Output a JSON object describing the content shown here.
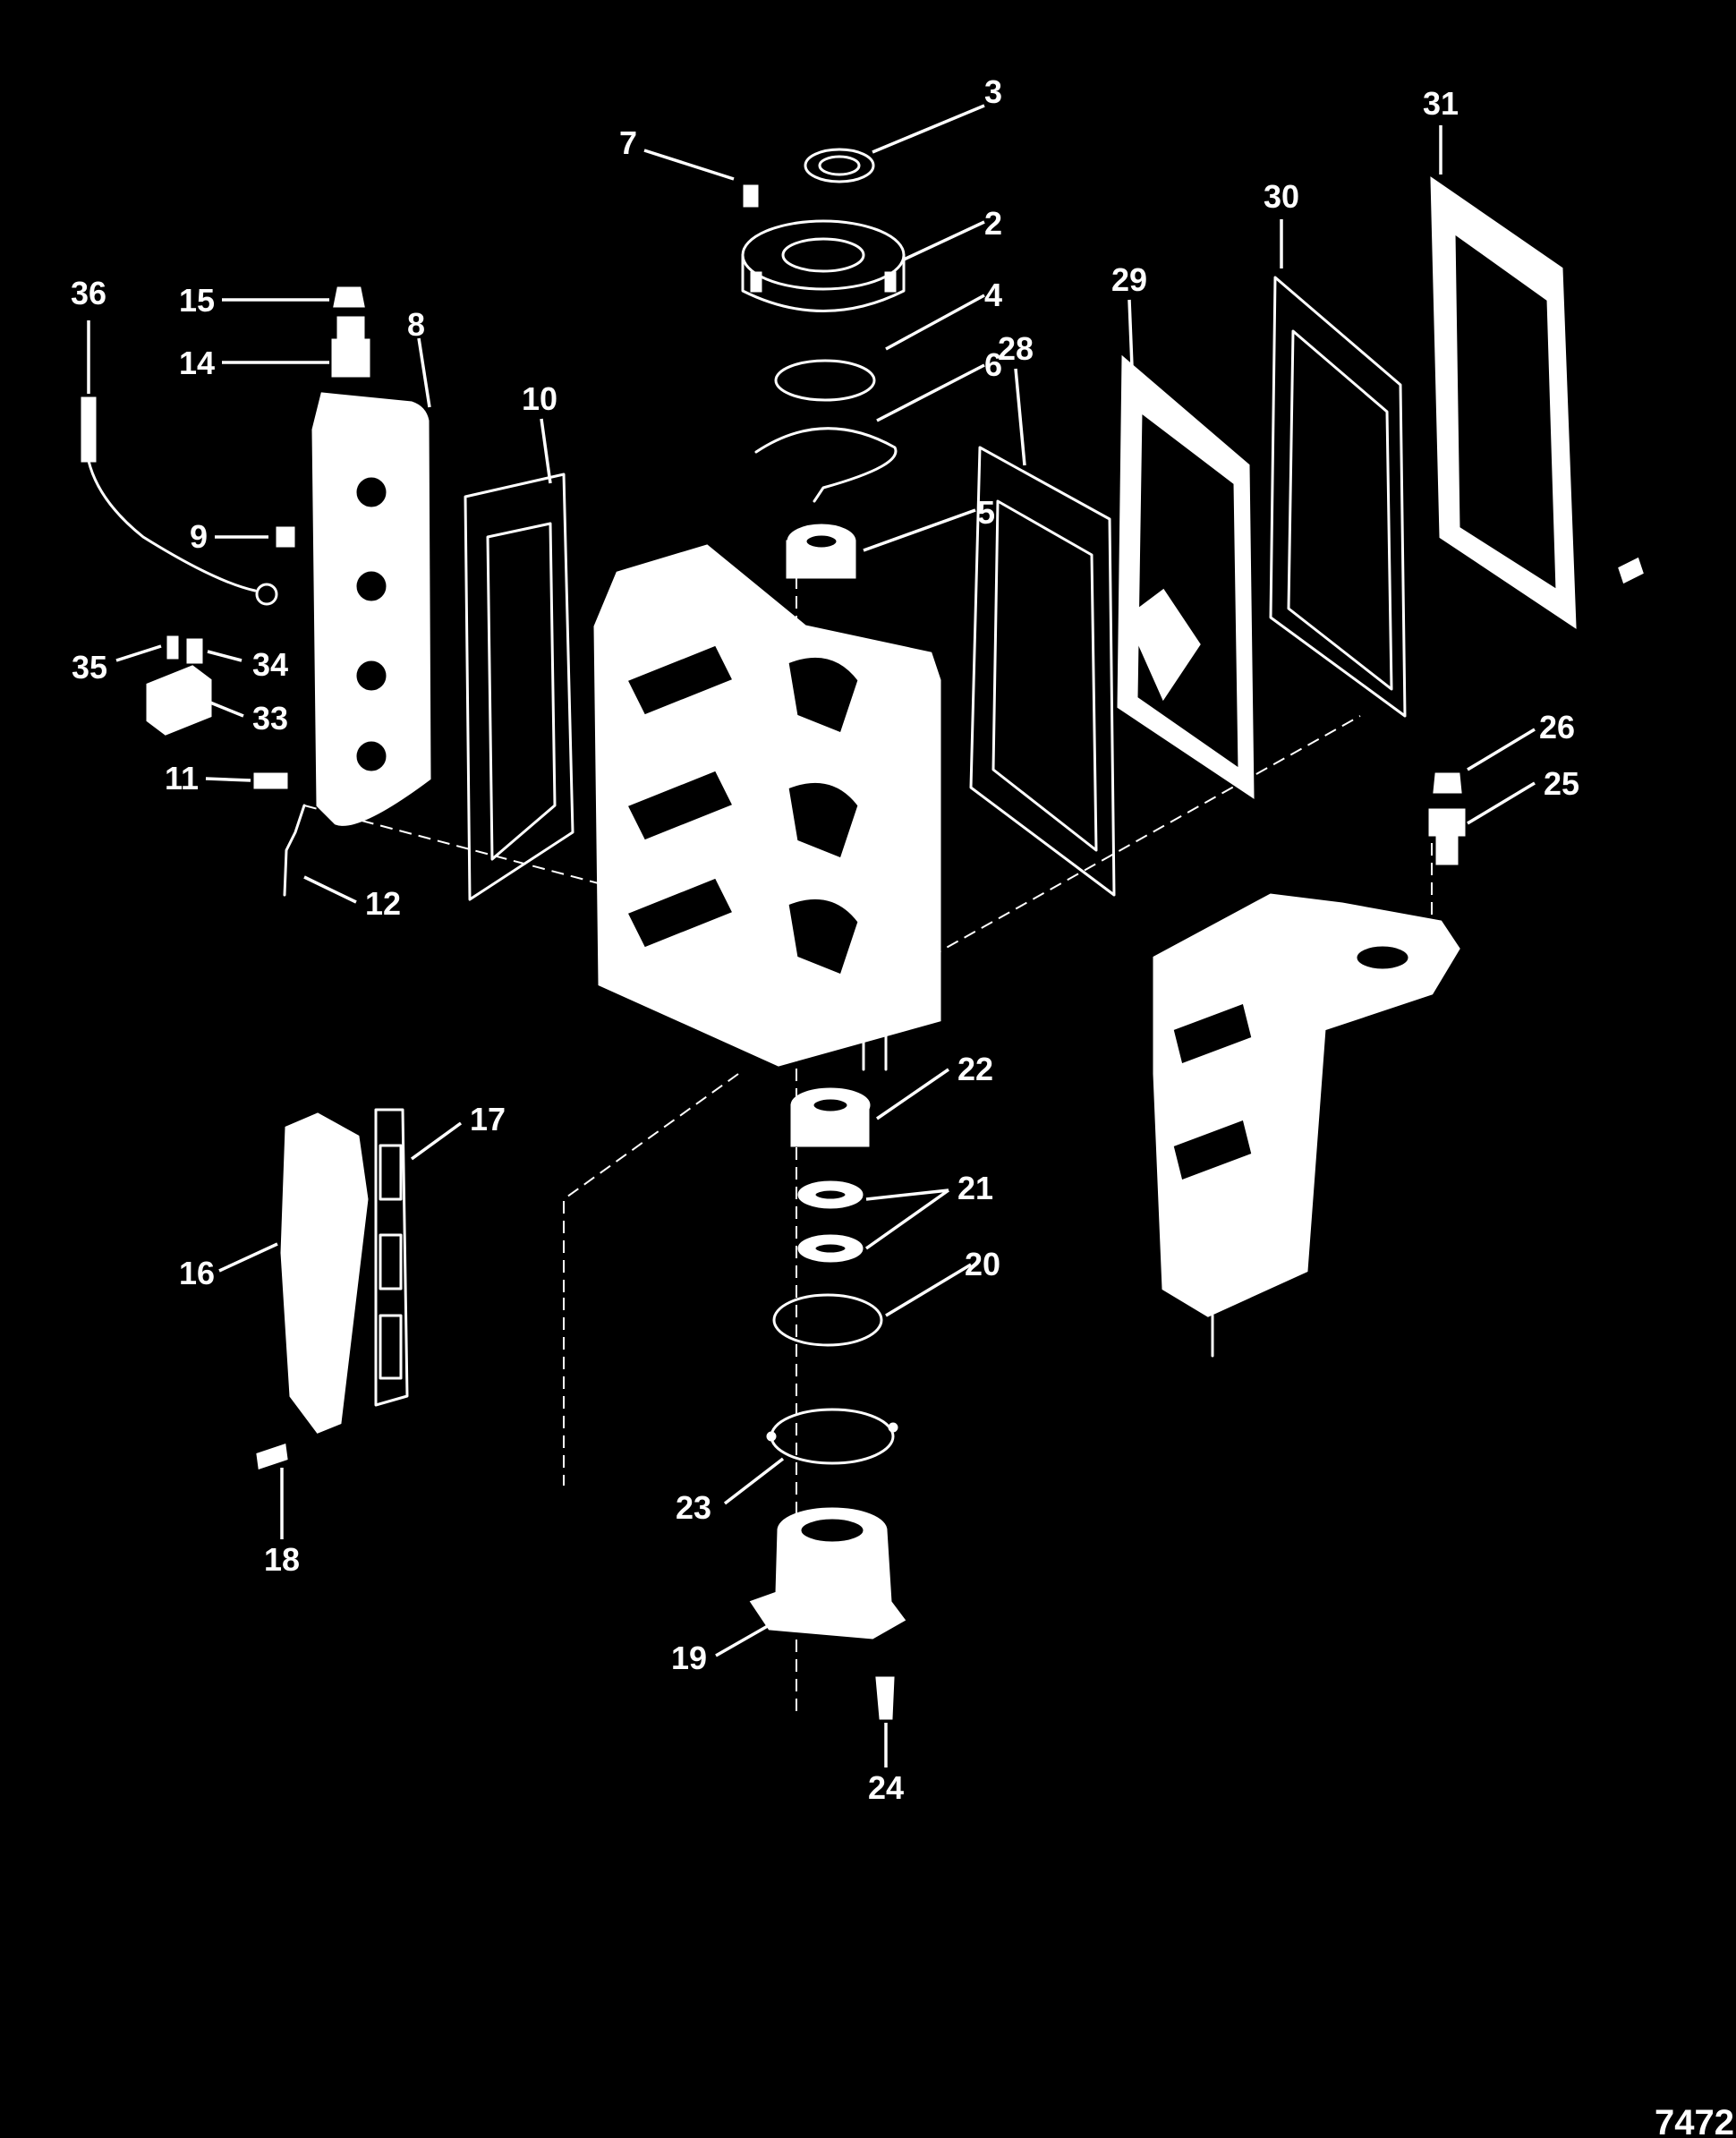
{
  "diagram": {
    "reference_number": "7472",
    "callouts": [
      "2",
      "3",
      "4",
      "5",
      "6",
      "7",
      "8",
      "9",
      "10",
      "11",
      "12",
      "14",
      "15",
      "16",
      "17",
      "18",
      "19",
      "20",
      "21",
      "22",
      "23",
      "24",
      "25",
      "26",
      "28",
      "29",
      "30",
      "31",
      "33",
      "34",
      "35",
      "36"
    ]
  }
}
